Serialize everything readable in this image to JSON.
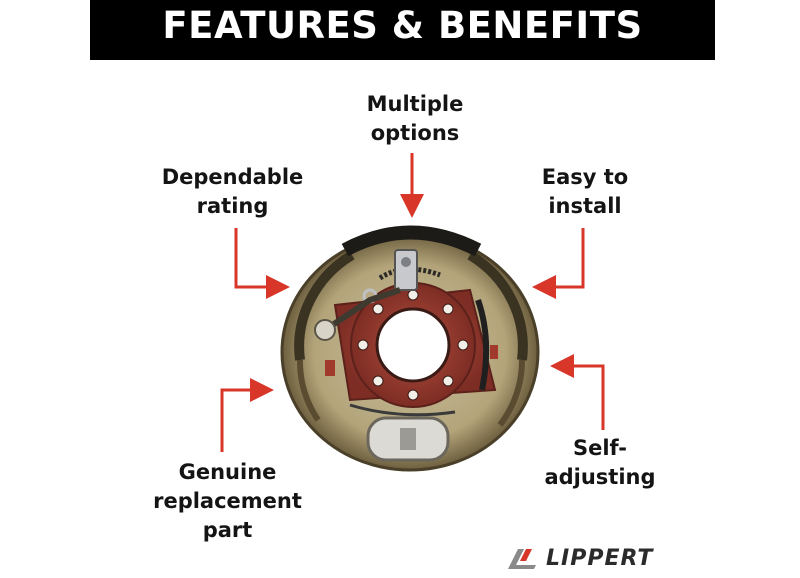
{
  "banner": {
    "title": "FEATURES & BENEFITS"
  },
  "features": {
    "multiple": {
      "line1": "Multiple",
      "line2": "options"
    },
    "dependable": {
      "line1": "Dependable",
      "line2": "rating"
    },
    "easy": {
      "line1": "Easy to",
      "line2": "install"
    },
    "genuine": {
      "line1": "Genuine",
      "line2": "replacement",
      "line3": "part"
    },
    "self": {
      "line1": "Self-",
      "line2": "adjusting"
    }
  },
  "logo": {
    "text": "LIPPERT"
  },
  "colors": {
    "banner": "#000000",
    "arrow": "#d9362a",
    "text": "#141414",
    "brake_red": "#9c3b2f",
    "shoe_tan": "#a8966a"
  },
  "icons": [
    "arrow-icon",
    "lippert-logo-icon"
  ]
}
